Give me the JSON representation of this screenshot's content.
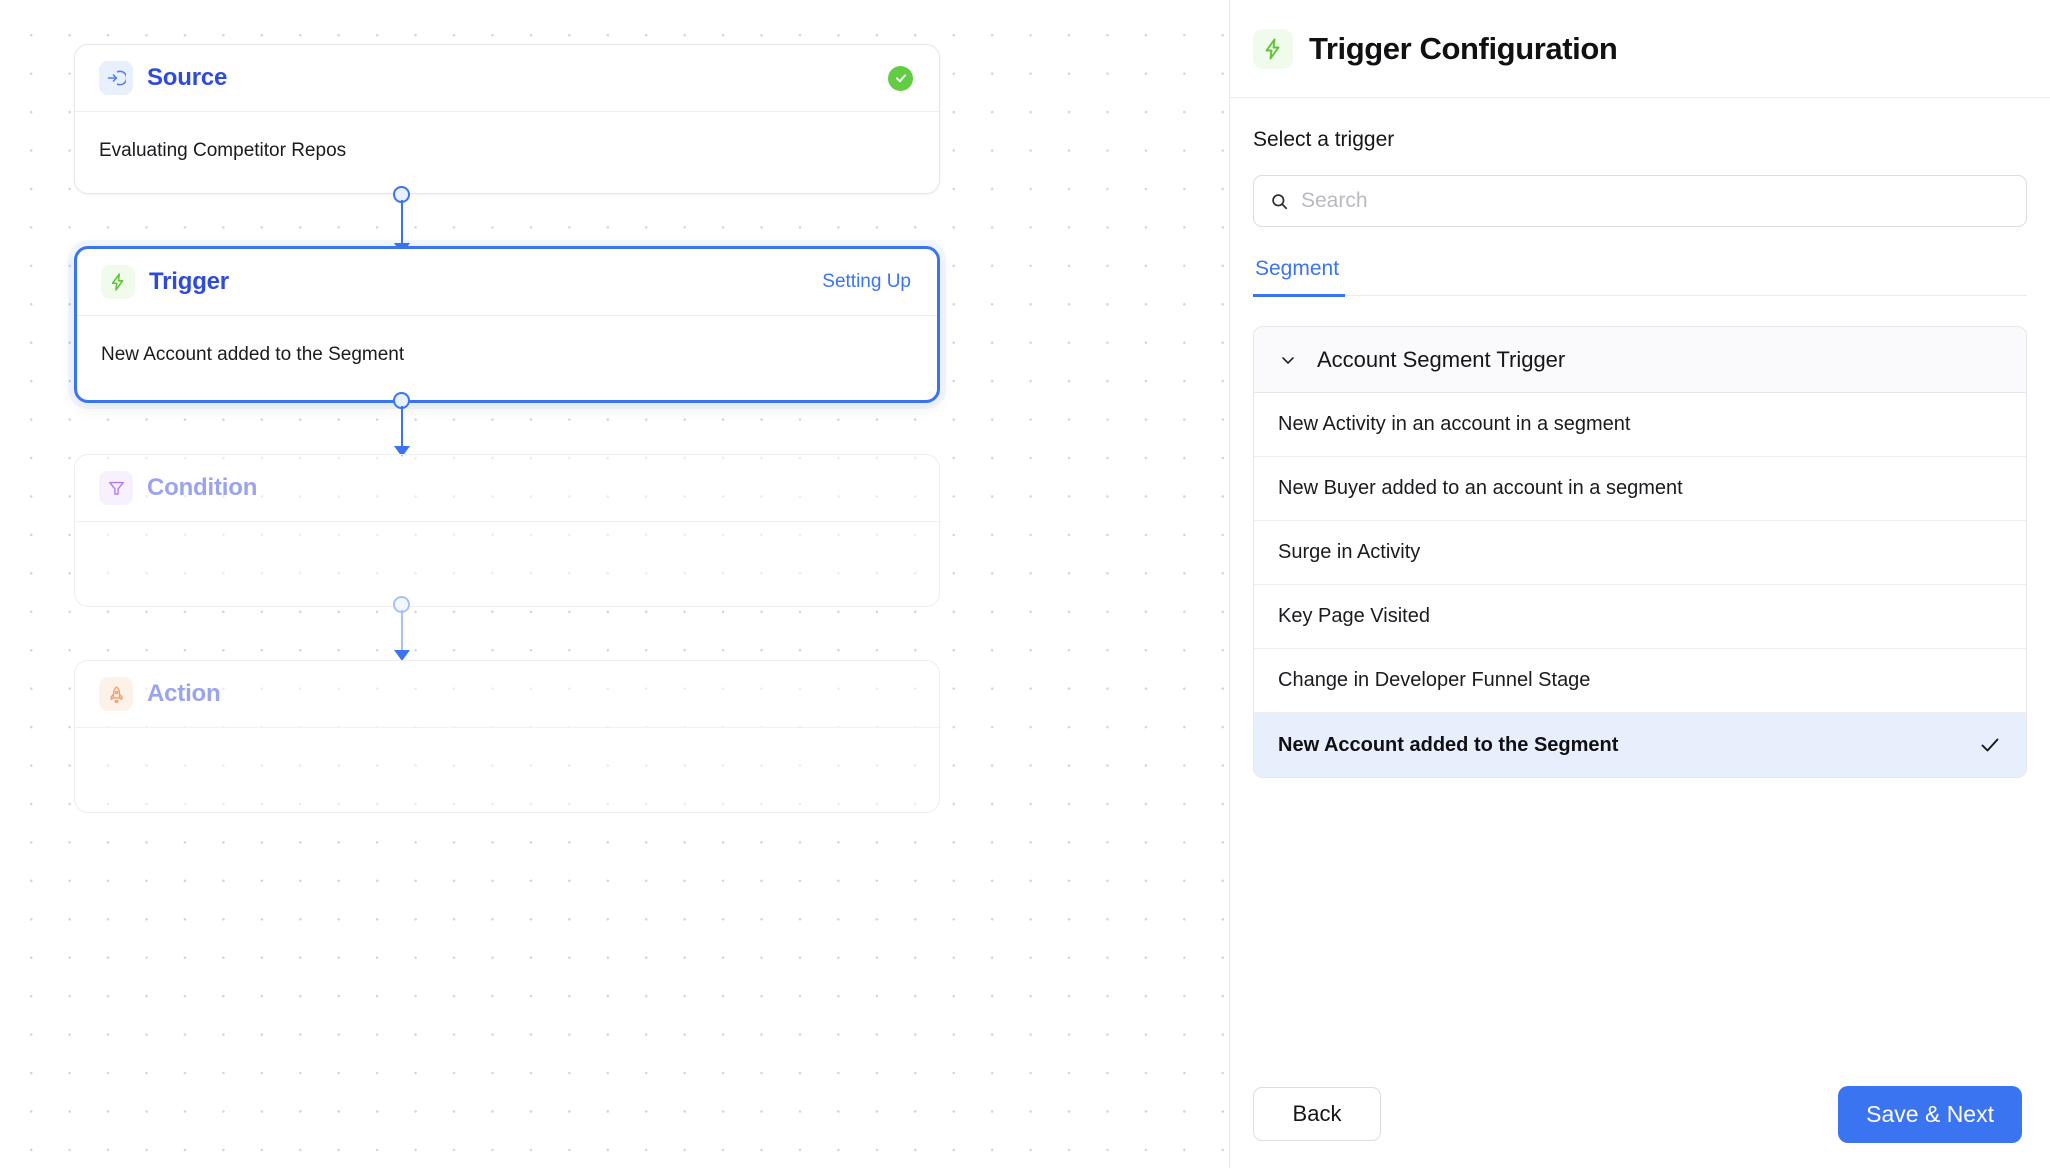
{
  "canvas": {
    "nodes": [
      {
        "id": "source",
        "title": "Source",
        "icon": "import-arrow-icon",
        "status_badge": "check-icon",
        "status_text": "",
        "body": "Evaluating Competitor Repos"
      },
      {
        "id": "trigger",
        "title": "Trigger",
        "icon": "lightning-bolt-icon",
        "status_badge": "",
        "status_text": "Setting Up",
        "body": "New Account added to the Segment"
      },
      {
        "id": "condition",
        "title": "Condition",
        "icon": "funnel-icon",
        "status_badge": "",
        "status_text": "",
        "body": ""
      },
      {
        "id": "action",
        "title": "Action",
        "icon": "rocket-icon",
        "status_badge": "",
        "status_text": "",
        "body": ""
      }
    ]
  },
  "panel": {
    "title": "Trigger Configuration",
    "icon": "lightning-bolt-icon",
    "section_label": "Select a trigger",
    "search": {
      "placeholder": "Search",
      "value": "",
      "icon": "search-icon"
    },
    "tabs": [
      {
        "label": "Segment",
        "active": true
      }
    ],
    "accordion": {
      "label": "Account Segment Trigger",
      "icon": "chevron-down-icon",
      "expanded": true,
      "options": [
        {
          "label": "New Activity in an account in a segment",
          "selected": false
        },
        {
          "label": "New Buyer added to an account in a segment",
          "selected": false
        },
        {
          "label": "Surge in Activity",
          "selected": false
        },
        {
          "label": "Key Page Visited",
          "selected": false
        },
        {
          "label": "Change in Developer Funnel Stage",
          "selected": false
        },
        {
          "label": "New Account added to the Segment",
          "selected": true
        }
      ]
    },
    "footer": {
      "back_label": "Back",
      "save_label": "Save & Next"
    }
  },
  "colors": {
    "accent": "#3b74f0",
    "brand_title": "#2f4bdb",
    "success": "#63cc45",
    "muted_title": "#9aa4ee",
    "selected_row": "#e8effc",
    "condition_icon": "#b07cec",
    "action_icon": "#f0a070"
  }
}
